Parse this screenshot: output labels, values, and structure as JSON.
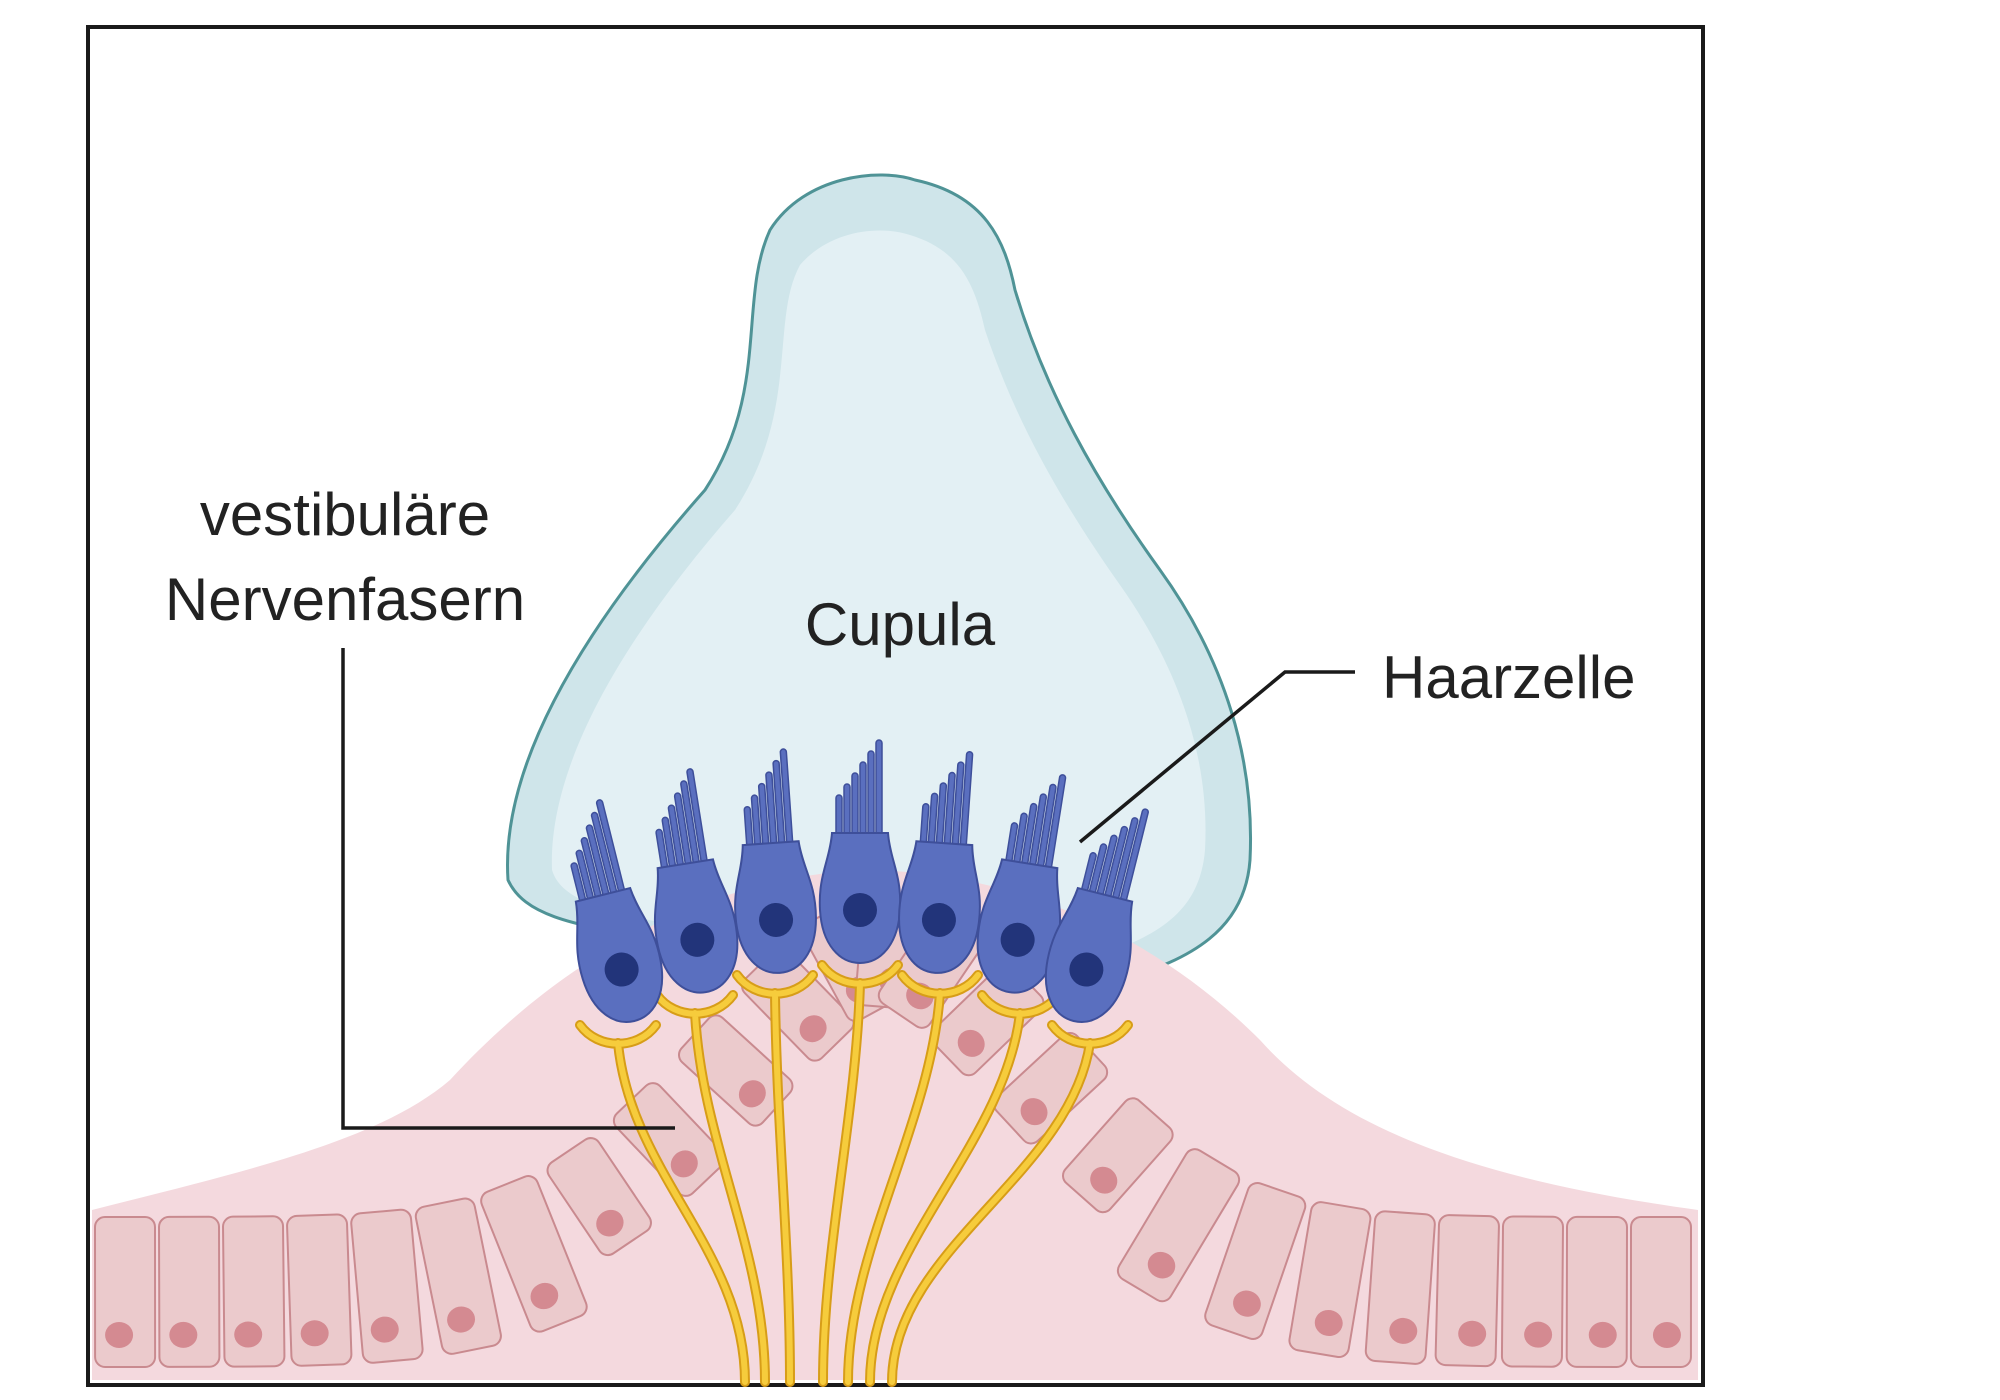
{
  "labels": {
    "cupula": "Cupula",
    "hair_cell": "Haarzelle",
    "nerve_fibers_line1": "vestibuläre",
    "nerve_fibers_line2": "Nervenfasern"
  },
  "colors": {
    "frame": "#1a1a1a",
    "cupula_fill": "#cfe5ea",
    "cupula_inner": "#e3f0f4",
    "cupula_stroke": "#4f9396",
    "tissue_fill": "#f4d9de",
    "epithelial_cell": "#ebcacc",
    "epithelial_stroke": "#c98a8f",
    "epithelial_nucleus": "#d48a91",
    "hair_cell": "#5a6fbf",
    "hair_cell_dark": "#3e4f9a",
    "hair_cell_nucleus": "#22347a",
    "nerve_fiber": "#f6cc3c",
    "nerve_fiber_stroke": "#d79d18",
    "leader_line": "#1a1a1a"
  },
  "icons": {
    "hair_cell": "hair-cell-icon",
    "epithelial_cell": "epithelial-cell-icon"
  }
}
